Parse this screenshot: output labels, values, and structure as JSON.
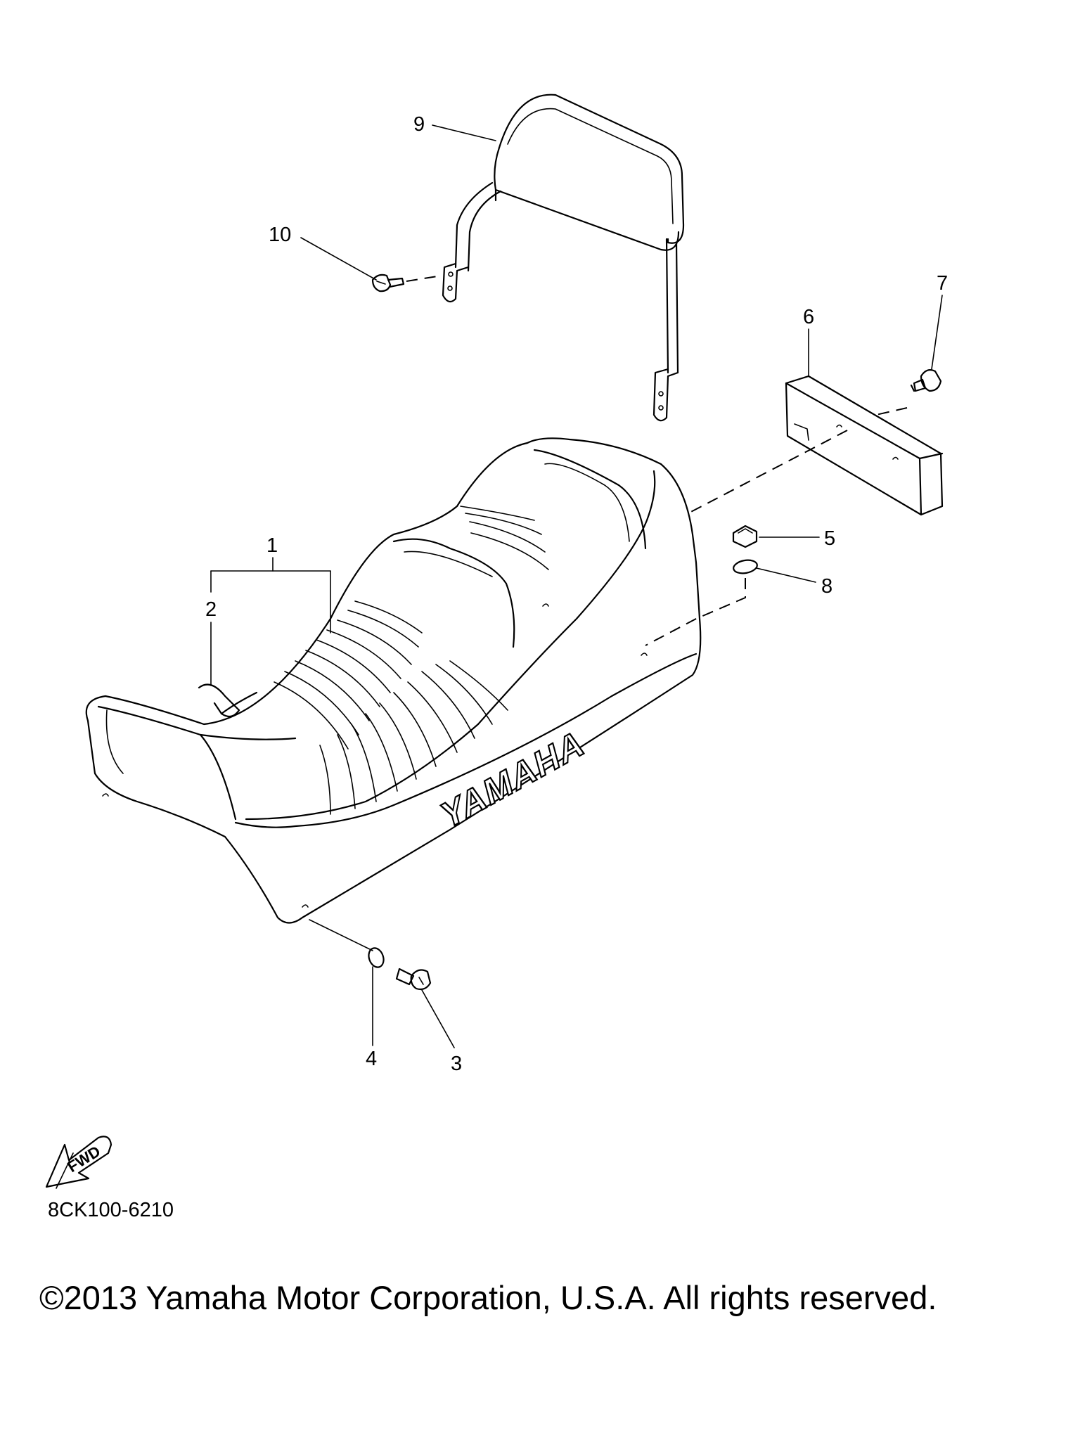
{
  "diagram": {
    "brand_text": "YAMAHA",
    "fwd_text": "FWD",
    "drawing_code": "8CK100-6210",
    "copyright": "©2013 Yamaha Motor Corporation, U.S.A. All rights reserved.",
    "callouts": {
      "c1": "1",
      "c2": "2",
      "c3": "3",
      "c4": "4",
      "c5": "5",
      "c6": "6",
      "c7": "7",
      "c8": "8",
      "c9": "9",
      "c10": "10"
    }
  }
}
